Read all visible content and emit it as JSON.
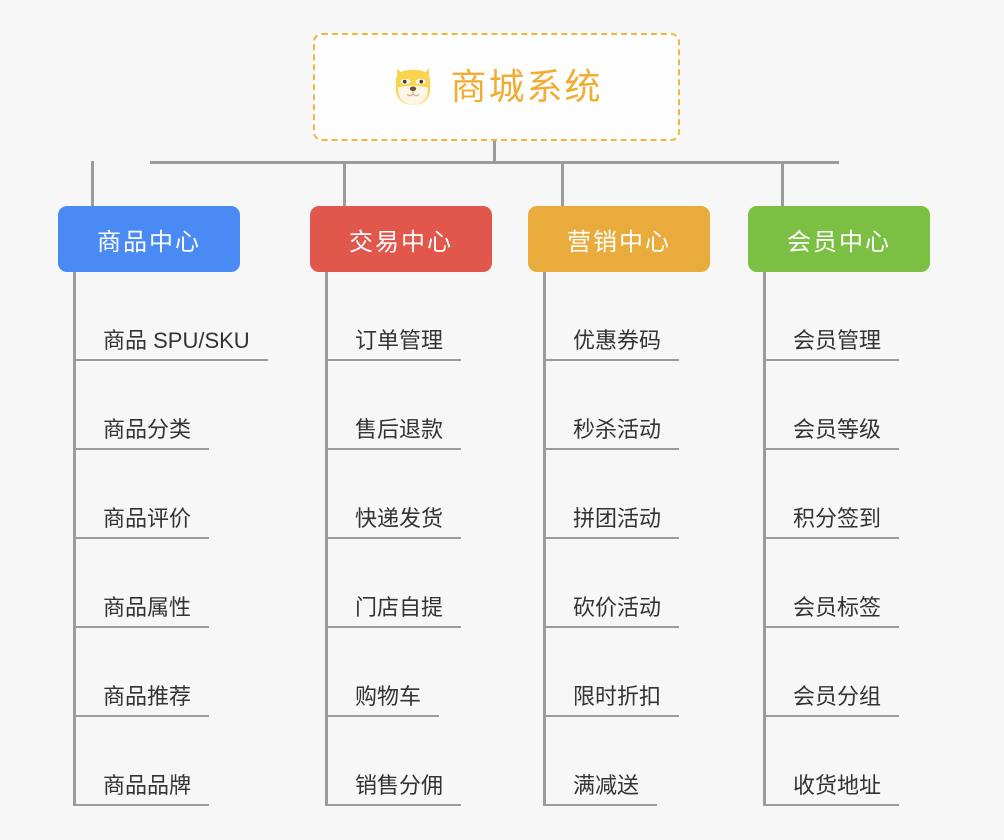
{
  "diagram": {
    "title": "商城系统",
    "root_icon": "shiba-inu-icon",
    "background_color": "#f7f7f7",
    "root_border_color": "#f2b63c",
    "root_title_color": "#f0ad33",
    "connector_color": "#9b9b9b"
  },
  "columns": [
    {
      "label": "商品中心",
      "color": "#4a8af4",
      "items": [
        "商品 SPU/SKU",
        "商品分类",
        "商品评价",
        "商品属性",
        "商品推荐",
        "商品品牌"
      ]
    },
    {
      "label": "交易中心",
      "color": "#e2574c",
      "items": [
        "订单管理",
        "售后退款",
        "快递发货",
        "门店自提",
        "购物车",
        "销售分佣"
      ]
    },
    {
      "label": "营销中心",
      "color": "#e8ab3c",
      "items": [
        "优惠券码",
        "秒杀活动",
        "拼团活动",
        "砍价活动",
        "限时折扣",
        "满减送"
      ]
    },
    {
      "label": "会员中心",
      "color": "#7bc043",
      "items": [
        "会员管理",
        "会员等级",
        "积分签到",
        "会员标签",
        "会员分组",
        "收货地址"
      ]
    }
  ]
}
